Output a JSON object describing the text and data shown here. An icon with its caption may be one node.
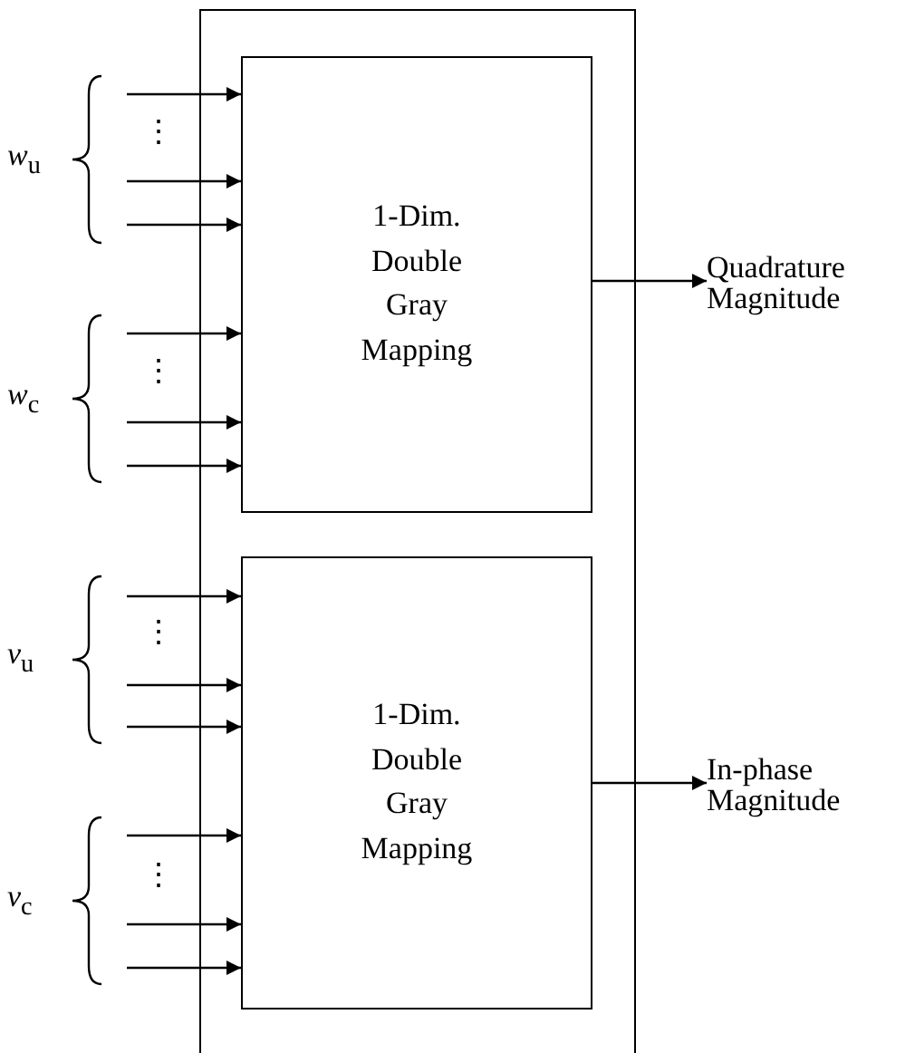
{
  "diagram": {
    "nodes": [
      {
        "text": [],
        "shape": "box"
      },
      {
        "text": [
          "1-Dim. Double Gray Mapping"
        ],
        "in": 0
      },
      {
        "text": [
          "Quadrature Magnitude"
        ]
      },
      {
        "text": [
          "1-Dim. Double Gray Mapping"
        ],
        "in": 0
      },
      {
        "text": [
          "In-phase Magnitude"
        ]
      }
    ],
    "edges": [
      {
        "from": null,
        "to": 1,
        "arrow": "to"
      },
      {
        "from": null,
        "to": 1,
        "arrow": "to"
      },
      {
        "from": null,
        "to": 1,
        "arrow": "to"
      },
      {
        "from": null,
        "to": 1,
        "arrow": "to"
      },
      {
        "from": null,
        "to": 1,
        "arrow": "to"
      },
      {
        "from": null,
        "to": 1,
        "arrow": "to"
      },
      {
        "from": 1,
        "to": 2,
        "arrow": "to"
      },
      {
        "from": null,
        "to": 3,
        "arrow": "to"
      },
      {
        "from": null,
        "to": 3,
        "arrow": "to"
      },
      {
        "from": null,
        "to": 3,
        "arrow": "to"
      },
      {
        "from": null,
        "to": 3,
        "arrow": "to"
      },
      {
        "from": null,
        "to": 3,
        "arrow": "to"
      },
      {
        "from": null,
        "to": 3,
        "arrow": "to"
      },
      {
        "from": 3,
        "to": 4,
        "arrow": "to"
      }
    ],
    "labels": [
      "*w*$_{u}$",
      "⋮",
      "*w*$_{c}$",
      "⋮",
      "*v*$_{u}$",
      "⋮",
      "*v*$_{c}$",
      "⋮"
    ]
  }
}
